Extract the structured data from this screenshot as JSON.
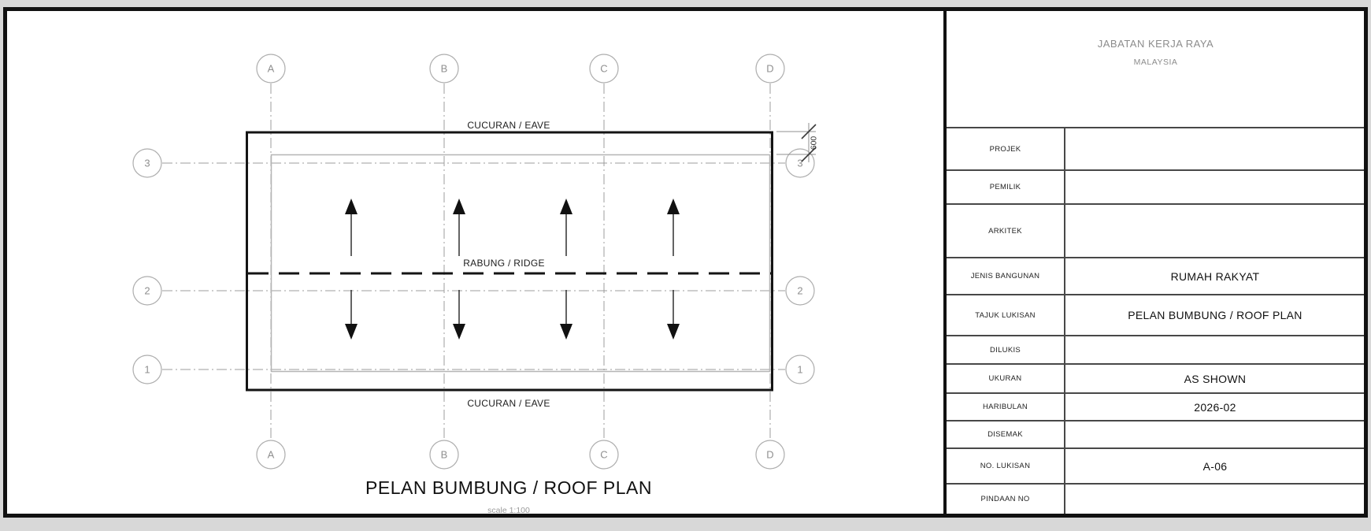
{
  "title_block": {
    "agency_line1": "JABATAN KERJA RAYA",
    "agency_line2": "MALAYSIA",
    "rows": [
      {
        "label": "PROJEK",
        "value": ""
      },
      {
        "label": "PEMILIK",
        "value": ""
      },
      {
        "label": "ARKITEK",
        "value": ""
      },
      {
        "label": "JENIS BANGUNAN",
        "value": "RUMAH RAKYAT"
      },
      {
        "label": "TAJUK LUKISAN",
        "value": "PELAN BUMBUNG / ROOF PLAN"
      },
      {
        "label": "DILUKIS",
        "value": ""
      },
      {
        "label": "UKURAN",
        "value": "AS SHOWN"
      },
      {
        "label": "HARIBULAN",
        "value": "2026-02"
      },
      {
        "label": "DISEMAK",
        "value": ""
      },
      {
        "label": "NO. LUKISAN",
        "value": "A-06"
      },
      {
        "label": "PINDAAN NO",
        "value": ""
      }
    ]
  },
  "plan": {
    "drawing_title": "PELAN BUMBUNG / ROOF PLAN",
    "scale_note": "scale 1:100",
    "labels": {
      "eave_top": "CUCURAN / EAVE",
      "ridge": "RABUNG / RIDGE",
      "eave_bottom": "CUCURAN / EAVE"
    },
    "dimension_eave_offset": "600",
    "grid_columns": [
      "A",
      "B",
      "C",
      "D"
    ],
    "grid_rows": [
      "3",
      "2",
      "1"
    ]
  },
  "colors": {
    "line_black": "#141414",
    "grid_gray": "#9c9c9c",
    "bubble_gray": "#adadad",
    "building_gray": "#b5b5b5"
  }
}
